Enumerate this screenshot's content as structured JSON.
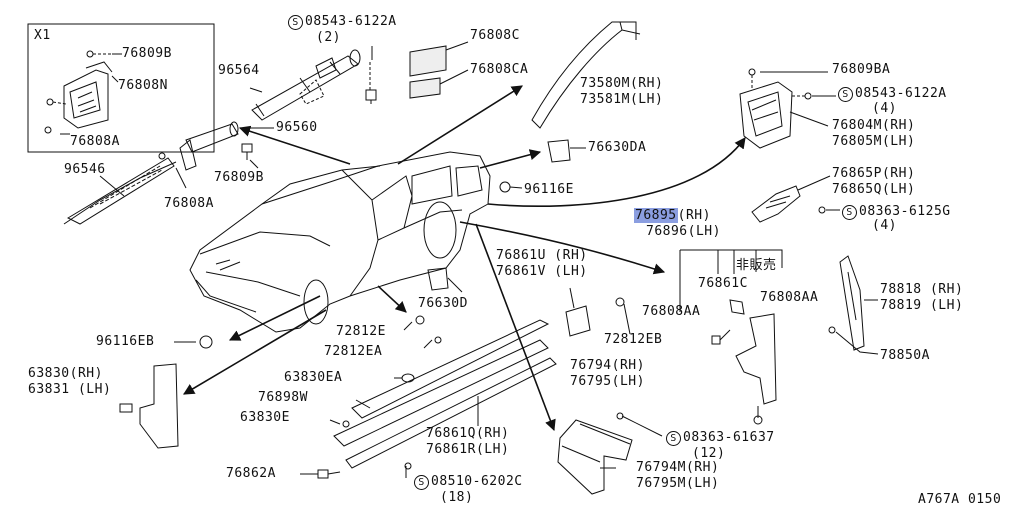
{
  "inset": {
    "title": "X1"
  },
  "parts": {
    "p76809B_a": "76809B",
    "p76808N": "76808N",
    "p76808A_a": "76808A",
    "p96564": "96564",
    "s08543_6122A_top": "08543-6122A",
    "s08543_6122A_top_qty": "(2)",
    "p76808C": "76808C",
    "p76808CA": "76808CA",
    "p73580M": "73580M(RH)",
    "p73581M": "73581M(LH)",
    "p76809BA": "76809BA",
    "s08543_6122A_right": "08543-6122A",
    "s08543_6122A_right_qty": "(4)",
    "p76804M": "76804M(RH)",
    "p76805M": "76805M(LH)",
    "p96560": "96560",
    "p96546": "96546",
    "p76809B_b": "76809B",
    "p76808A_b": "76808A",
    "p76630DA": "76630DA",
    "p96116E": "96116E",
    "p76865P": "76865P(RH)",
    "p76865Q": "76865Q(LH)",
    "s08363_6125G": "08363-6125G",
    "s08363_6125G_qty": "(4)",
    "p76895_hl": "76895",
    "p76895_rest": "(RH)",
    "p76896": "76896(LH)",
    "p76861U": "76861U (RH)",
    "p76861V": "76861V (LH)",
    "p76861C": "76861C",
    "not_for_sale": "非販売",
    "p76808AA_a": "76808AA",
    "p76808AA_b": "76808AA",
    "p78818": "78818 (RH)",
    "p78819": "78819 (LH)",
    "p78850A": "78850A",
    "p76630D": "76630D",
    "p96116EB": "96116EB",
    "p72812E": "72812E",
    "p72812EA": "72812EA",
    "p72812EB": "72812EB",
    "p63830": "63830(RH)",
    "p63831": "63831 (LH)",
    "p63830EA": "63830EA",
    "p76898W": "76898W",
    "p63830E": "63830E",
    "p76794": "76794(RH)",
    "p76795": "76795(LH)",
    "s08363_61637": "08363-61637",
    "s08363_61637_qty": "(12)",
    "p76861Q": "76861Q(RH)",
    "p76861R": "76861R(LH)",
    "p76794M": "76794M(RH)",
    "p76795M": "76795M(LH)",
    "p76862A": "76862A",
    "s08510_6202C": "08510-6202C",
    "s08510_6202C_qty": "(18)",
    "screw_symbol": "S",
    "diagram_code": "A767A 0150"
  }
}
